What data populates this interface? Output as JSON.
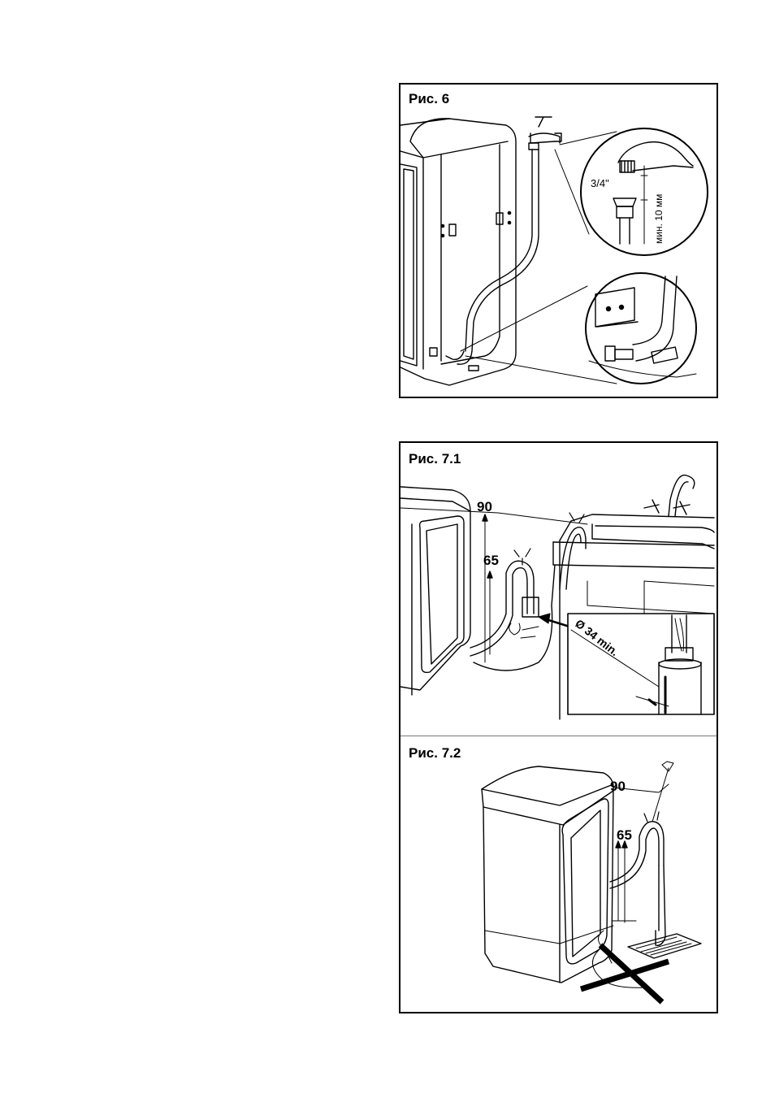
{
  "figures": {
    "fig6": {
      "caption": "Рис. 6",
      "thread_label": "3/4\"",
      "distance_label": "мин. 10 мм"
    },
    "fig7_1": {
      "caption": "Рис. 7.1",
      "height_high": "90",
      "height_low": "65",
      "diameter_label": "Ø 34 min."
    },
    "fig7_2": {
      "caption": "Рис. 7.2",
      "height_high": "90",
      "height_low": "65"
    }
  }
}
